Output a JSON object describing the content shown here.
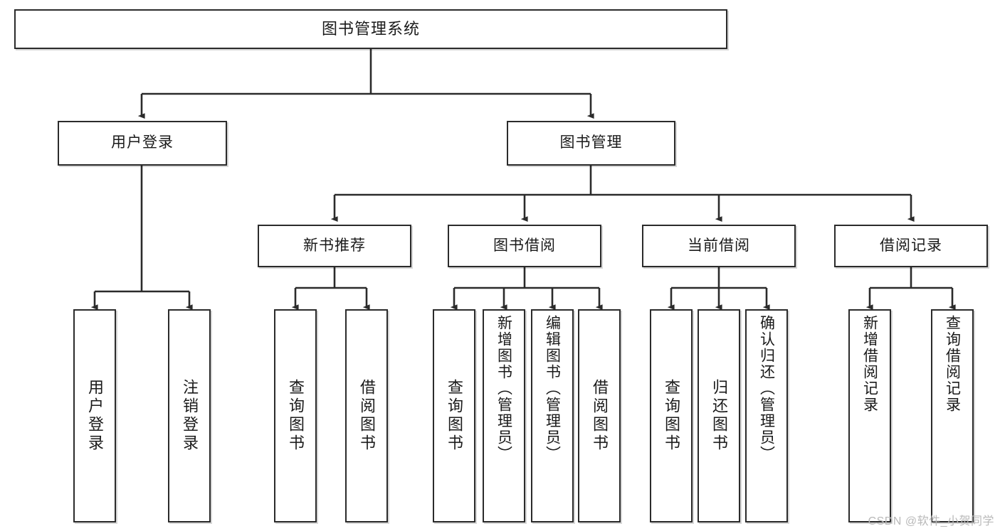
{
  "diagram": {
    "title": "图书管理系统",
    "type": "tree",
    "watermark": "CSDN @软件_小贺同学",
    "colors": {
      "box_border": "#2b2b2b",
      "box_fill": "#ffffff",
      "line": "#2b2b2b",
      "text": "#1a1a1a",
      "watermark": "#b9b9b9"
    },
    "levels": {
      "root": "图书管理系统",
      "level2": [
        "用户登录",
        "图书管理"
      ],
      "level3": [
        "新书推荐",
        "图书借阅",
        "当前借阅",
        "借阅记录"
      ]
    },
    "nodes": {
      "root": {
        "label": "图书管理系统"
      },
      "user_login": {
        "label": "用户登录"
      },
      "book_manage": {
        "label": "图书管理"
      },
      "new_book_rec": {
        "label": "新书推荐"
      },
      "book_borrow": {
        "label": "图书借阅"
      },
      "current_borrow": {
        "label": "当前借阅"
      },
      "borrow_record": {
        "label": "借阅记录"
      },
      "leaf_user_login": {
        "label": "用户登录"
      },
      "leaf_logout": {
        "label": "注销登录"
      },
      "leaf_query_book_1": {
        "label": "查询图书"
      },
      "leaf_borrow_book_1": {
        "label": "借阅图书"
      },
      "leaf_query_book_2": {
        "label": "查询图书"
      },
      "leaf_add_book": {
        "label": "新增图书（管理员）"
      },
      "leaf_edit_book": {
        "label": "编辑图书（管理员）"
      },
      "leaf_borrow_book_2": {
        "label": "借阅图书"
      },
      "leaf_query_book_3": {
        "label": "查询图书"
      },
      "leaf_return_book": {
        "label": "归还图书"
      },
      "leaf_confirm_return": {
        "label": "确认归还（管理员）"
      },
      "leaf_add_record": {
        "label": "新增借阅记录"
      },
      "leaf_query_record": {
        "label": "查询借阅记录"
      }
    },
    "edges": [
      {
        "from": "root",
        "to": "user_login"
      },
      {
        "from": "root",
        "to": "book_manage"
      },
      {
        "from": "user_login",
        "to": "leaf_user_login"
      },
      {
        "from": "user_login",
        "to": "leaf_logout"
      },
      {
        "from": "book_manage",
        "to": "new_book_rec"
      },
      {
        "from": "book_manage",
        "to": "book_borrow"
      },
      {
        "from": "book_manage",
        "to": "current_borrow"
      },
      {
        "from": "book_manage",
        "to": "borrow_record"
      },
      {
        "from": "new_book_rec",
        "to": "leaf_query_book_1"
      },
      {
        "from": "new_book_rec",
        "to": "leaf_borrow_book_1"
      },
      {
        "from": "book_borrow",
        "to": "leaf_query_book_2"
      },
      {
        "from": "book_borrow",
        "to": "leaf_add_book"
      },
      {
        "from": "book_borrow",
        "to": "leaf_edit_book"
      },
      {
        "from": "book_borrow",
        "to": "leaf_borrow_book_2"
      },
      {
        "from": "current_borrow",
        "to": "leaf_query_book_3"
      },
      {
        "from": "current_borrow",
        "to": "leaf_return_book"
      },
      {
        "from": "current_borrow",
        "to": "leaf_confirm_return"
      },
      {
        "from": "borrow_record",
        "to": "leaf_add_record"
      },
      {
        "from": "borrow_record",
        "to": "leaf_query_record"
      }
    ]
  }
}
